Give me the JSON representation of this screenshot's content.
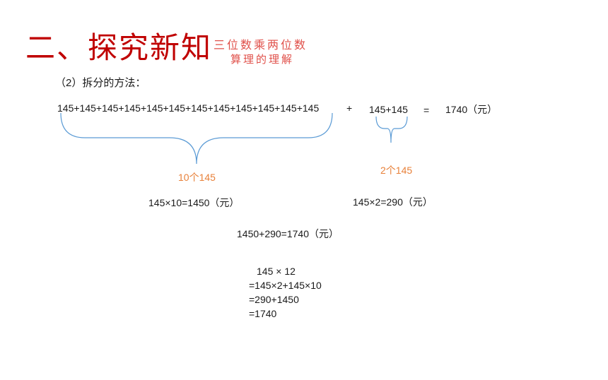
{
  "title": "二、探究新知",
  "subtitle_line1": "三位数乘两位数",
  "subtitle_line2": "算理的理解",
  "section_heading": "（2）拆分的方法：",
  "sum_long": "145+145+145+145+145+145+145+145+145+145+145+145",
  "plus": "+",
  "sum_short": "145+145",
  "equals": "=",
  "result": "1740（元）",
  "label_ten": "10个145",
  "label_two": "2个145",
  "calc_ten": "145×10=1450（元）",
  "calc_two": "145×2=290（元）",
  "total": "1450+290=1740（元）",
  "vertical": {
    "line1": "145 × 12",
    "line2": "=145×2+145×10",
    "line3": "=290+1450",
    "line4": "=1740"
  },
  "colors": {
    "title": "#c00000",
    "subtitle": "#e0504a",
    "label": "#e8813a",
    "brace": "#5b9bd5"
  }
}
